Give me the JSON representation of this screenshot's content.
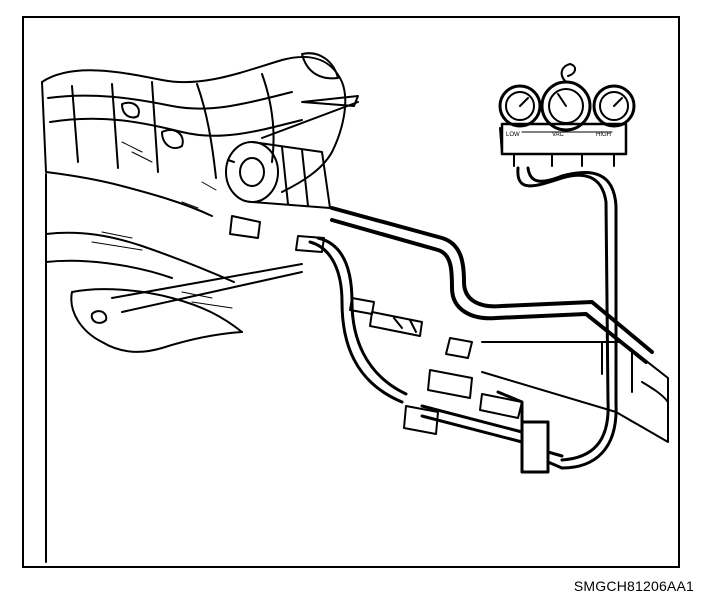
{
  "figure": {
    "caption": "SMGCH81206AA1",
    "line_color": "#000000",
    "background": "#ffffff",
    "gauge_labels": [
      "LOW",
      "VAC",
      "HIGH"
    ]
  }
}
